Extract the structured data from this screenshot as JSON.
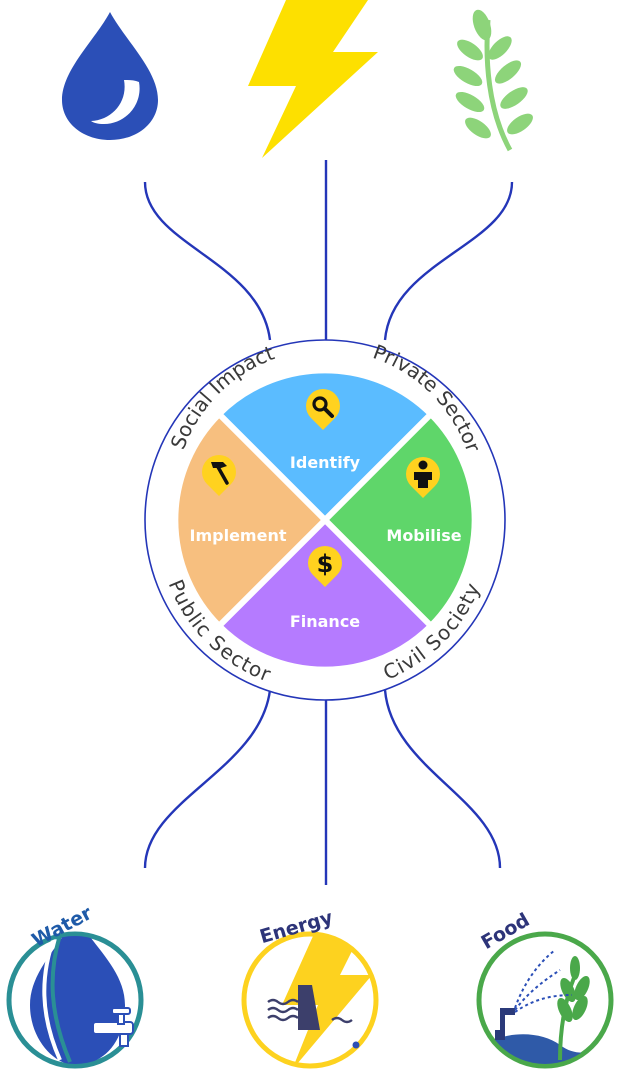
{
  "ring_labels": {
    "top_left": "Social Impact",
    "top_right": "Private Sector",
    "bottom_left": "Public Sector",
    "bottom_right": "Civil Society"
  },
  "quadrants": {
    "top": "Identify",
    "right": "Mobilise",
    "bottom": "Finance",
    "left": "Implement"
  },
  "badges": {
    "water": "Water",
    "energy": "Energy",
    "food": "Food"
  },
  "colors": {
    "water": "#2b4fb7",
    "energy": "#fde000",
    "food": "#8dd47a",
    "line": "#2436b8",
    "identify": "#5bbcff",
    "mobilise": "#5fd66a",
    "finance": "#b57bff",
    "implement": "#f7bf7f",
    "marker": "#ffd21f"
  }
}
